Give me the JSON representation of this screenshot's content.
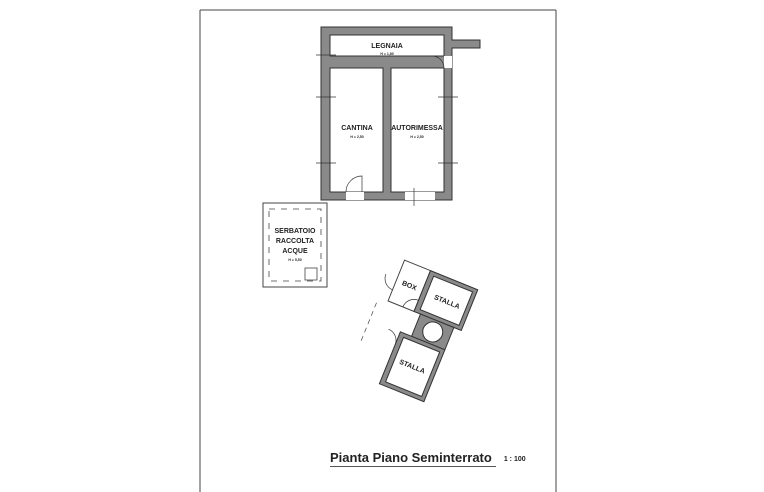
{
  "rooms": {
    "legnaia": {
      "name": "LEGNAIA",
      "height": "H = 1,80"
    },
    "cantina": {
      "name": "CANTINA",
      "height": "H = 2,50"
    },
    "autorimessa": {
      "name": "AUTORIMESSA",
      "height": "H = 2,50"
    },
    "serbatoio": {
      "name_line1": "SERBATOIO",
      "name_line2": "RACCOLTA",
      "name_line3": "ACQUE",
      "height": "H = 5,50"
    },
    "box": {
      "name": "BOX"
    },
    "stalla_1": {
      "name": "STALLA"
    },
    "stalla_2": {
      "name": "STALLA"
    }
  },
  "footer": {
    "title": "Pianta Piano Seminterrato",
    "scale": "1 : 100"
  }
}
